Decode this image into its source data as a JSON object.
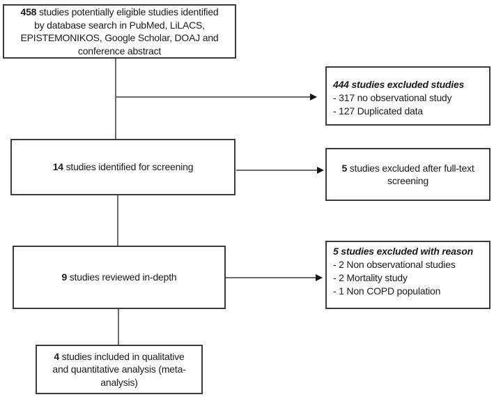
{
  "colors": {
    "background": "#ffffff",
    "box_border": "#3a3a3a",
    "text": "#1a1a1a",
    "connector_line": "#6a6a6a",
    "arrowhead": "#141414"
  },
  "boxes": {
    "identified": {
      "number": "458",
      "text": " studies potentially eligible studies identified\nby database search in PubMed, LiLACS,\nEPISTEMONIKOS, Google Scholar, DOAJ and\nconference abstract"
    },
    "excluded_db": {
      "heading": "444 studies excluded studies",
      "items": [
        "- 317 no observational study",
        "- 127 Duplicated data"
      ]
    },
    "screening": {
      "number": "14",
      "text": " studies identified for screening"
    },
    "excluded_fulltext": {
      "number": "5",
      "text": " studies excluded after full-text\nscreening"
    },
    "reviewed": {
      "number": "9",
      "text": " studies reviewed in-depth"
    },
    "excluded_reason": {
      "heading": "5 studies excluded with reason",
      "items": [
        "- 2 Non observational studies",
        "- 2 Mortality study",
        "- 1 Non COPD population"
      ]
    },
    "included": {
      "number": "4",
      "text": " studies included in qualitative\nand quantitative analysis (meta-\nanalysis)"
    }
  }
}
